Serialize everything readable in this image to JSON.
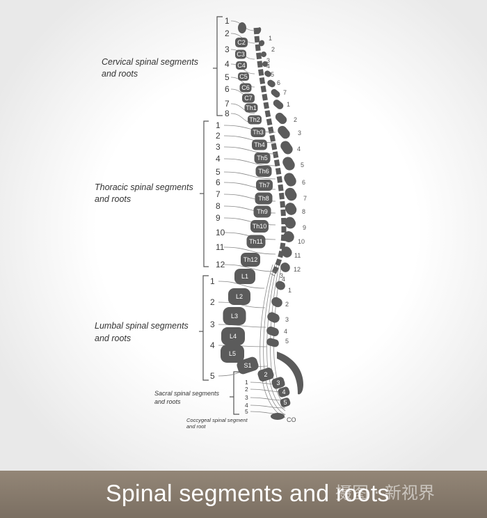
{
  "groups": [
    {
      "line1": "Cervical spinal segments",
      "line2": "and roots"
    },
    {
      "line1": "Thoracic spinal segments",
      "line2": "and roots"
    },
    {
      "line1": "Lumbal spinal segments",
      "line2": "and roots"
    },
    {
      "line1": "Sacral spinal segments",
      "line2": "and roots"
    },
    {
      "line1": "Coccygeal spinal segment",
      "line2": "and root"
    }
  ],
  "cervical_numbers": [
    "1",
    "2",
    "3",
    "4",
    "5",
    "6",
    "7",
    "8"
  ],
  "thoracic_numbers": [
    "1",
    "2",
    "3",
    "4",
    "5",
    "6",
    "7",
    "8",
    "9",
    "10",
    "11",
    "12"
  ],
  "lumbar_numbers": [
    "1",
    "2",
    "3",
    "4",
    "5"
  ],
  "sacral_numbers": [
    "1",
    "2",
    "3",
    "4",
    "5"
  ],
  "vertebra_labels": [
    "C2",
    "C3",
    "C4",
    "C5",
    "C6",
    "C7",
    "Th1",
    "Th2",
    "Th3",
    "Th4",
    "Th5",
    "Th6",
    "Th7",
    "Th8",
    "Th9",
    "Th10",
    "Th11",
    "Th12",
    "L1",
    "L2",
    "L3",
    "L4",
    "L5",
    "S1",
    "2",
    "3",
    "4",
    "5"
  ],
  "root_numbers_right": [
    "1",
    "2",
    "3",
    "4",
    "5",
    "6",
    "7",
    "1",
    "2",
    "3",
    "4",
    "5",
    "6",
    "7",
    "8",
    "9",
    "10",
    "11",
    "12",
    "3",
    "4",
    "1",
    "2",
    "3",
    "4",
    "5"
  ],
  "coccyx_label": "CO",
  "banner": {
    "title": "Spinal segments and roots",
    "watermark": "摄图 · 新视界"
  },
  "colors": {
    "bone": "#5b5b5b",
    "line": "#888888",
    "banner": "#8b7f72",
    "text": "#333333"
  }
}
